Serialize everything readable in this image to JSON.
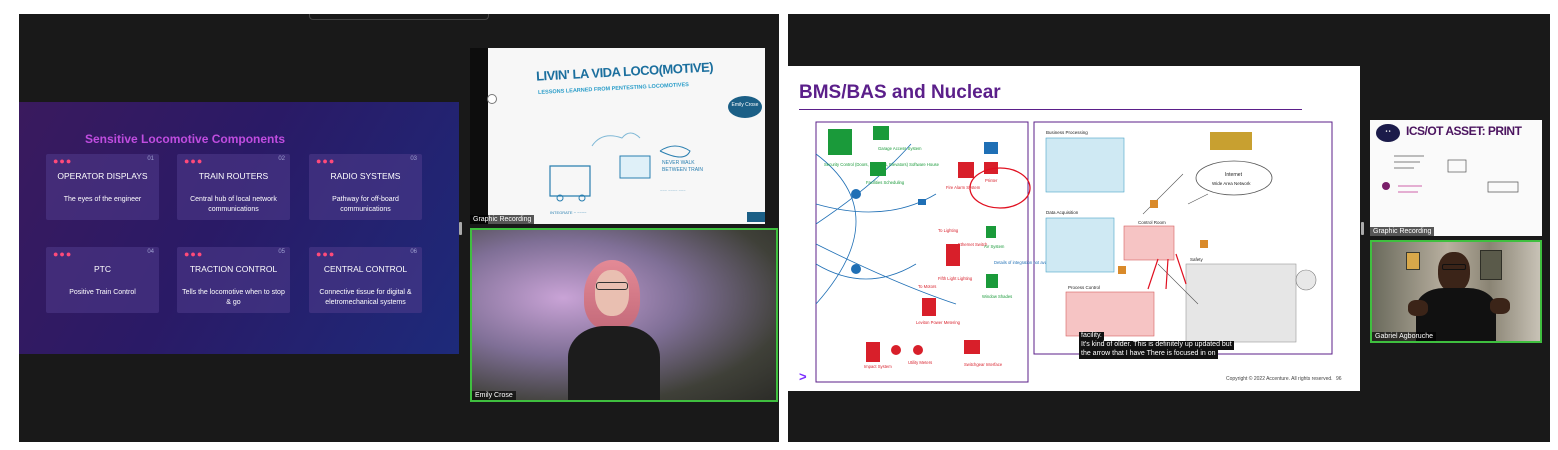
{
  "left_panel": {
    "slide": {
      "title": "Sensitive Locomotive Components",
      "cards": [
        {
          "num": "01",
          "title": "OPERATOR DISPLAYS",
          "desc": "The eyes of the engineer"
        },
        {
          "num": "02",
          "title": "TRAIN ROUTERS",
          "desc": "Central hub of local network communications"
        },
        {
          "num": "03",
          "title": "RADIO SYSTEMS",
          "desc": "Pathway for off-board communications"
        },
        {
          "num": "04",
          "title": "PTC",
          "desc": "Positive Train Control"
        },
        {
          "num": "05",
          "title": "TRACTION CONTROL",
          "desc": "Tells the locomotive when to stop & go"
        },
        {
          "num": "06",
          "title": "CENTRAL CONTROL",
          "desc": "Connective tissue for digital & eletromechanical systems"
        }
      ]
    },
    "graphic_recording": {
      "label": "Graphic Recording",
      "title": "LIVIN' LA VIDA LOCO(MOTIVE)",
      "subtitle": "LESSONS LEARNED FROM PENTESTING LOCOMOTIVES",
      "speaker": "Emily Crose"
    },
    "speaker_tile": {
      "name": "Emily Crose"
    }
  },
  "right_panel": {
    "slide": {
      "title": "BMS/BAS and Nuclear",
      "copyright": "Copyright © 2022 Accenture. All rights reserved.",
      "page_number": "96",
      "diagram_labels": {
        "security": "Security Control (Doors, Cameras, Elevators) Software House",
        "garage": "Garage Access System",
        "facilities": "Facilities Scheduling",
        "fire": "Fire Alarm System",
        "printer": "Printer",
        "lighting": "To Lighting",
        "ethernet": "Ethernet Switch",
        "av": "AV System",
        "details": "Details of integration not available",
        "window": "Window Shades",
        "fifth": "Fifth Light Lighting",
        "motors": "To Motors",
        "leviton": "Leviton Power Metering",
        "impact": "Impact System",
        "utility": "Utility Meters",
        "switchgear": "Switchgear Interface",
        "business": "Business Processing",
        "data_acq": "Data Acquisition",
        "process": "Process Control",
        "control_room": "Control Room",
        "safety": "Safety",
        "internet": "Internet",
        "wan": "Wide Area Network"
      }
    },
    "captions": [
      "facility.",
      "It's kind of older. This is definitely up updated but",
      "the arrow that I have There is focused in on"
    ],
    "graphic_recording": {
      "label": "Graphic Recording",
      "title": "ICS/OT ASSET: PRINT"
    },
    "speaker_tile": {
      "name": "Gabriel Agboruche"
    }
  }
}
